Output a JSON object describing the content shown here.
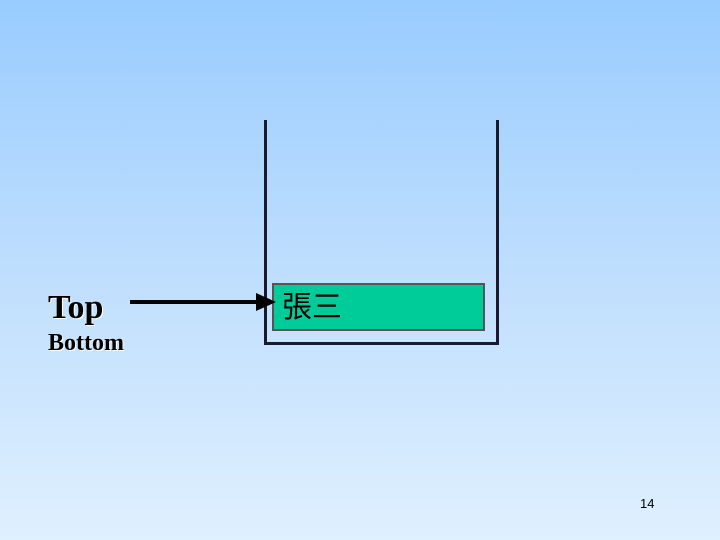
{
  "diagram": {
    "top_label": "Top",
    "bottom_label": "Bottom",
    "stack_items": [
      {
        "label": "張三"
      }
    ]
  },
  "slide": {
    "page_number": "14"
  },
  "colors": {
    "item_fill": "#00cc99",
    "stack_outline": "#1a1a2e",
    "arrow": "#000000"
  }
}
